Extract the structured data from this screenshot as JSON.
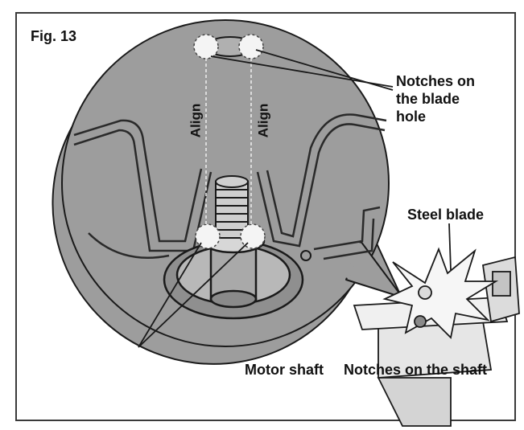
{
  "figure": {
    "label": "Fig. 13"
  },
  "callouts": {
    "notches_blade_line1": "Notches on",
    "notches_blade_line2": "the blade",
    "notches_blade_line3": "hole",
    "steel_blade": "Steel blade",
    "motor_shaft": "Motor shaft",
    "notches_shaft": "Notches on the shaft",
    "align_left": "Align",
    "align_right": "Align"
  },
  "colors": {
    "magnifier_fill": "#9d9d9d",
    "outline": "#1a1a1a",
    "part_fill": "#e6e6e6",
    "frame": "#3a3a3a"
  }
}
